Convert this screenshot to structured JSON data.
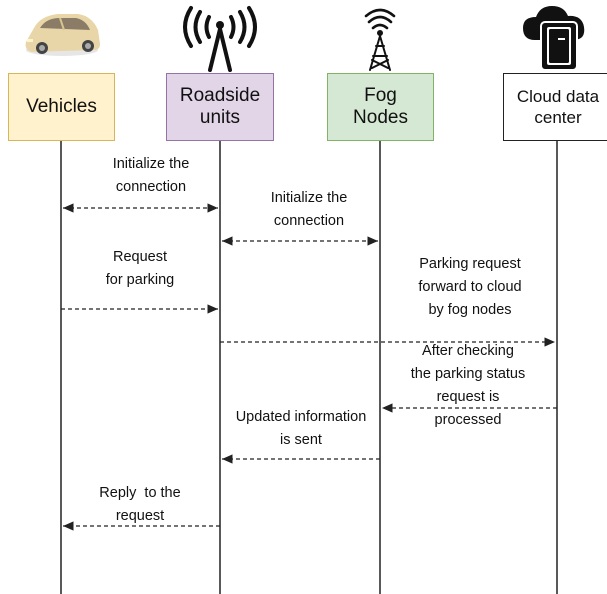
{
  "participants": {
    "vehicles": [
      "Vehicles"
    ],
    "roadside_units": [
      "Roadside",
      "units"
    ],
    "fog_nodes": [
      "Fog",
      "Nodes"
    ],
    "cloud": [
      "Cloud data",
      "center"
    ]
  },
  "icons": {
    "vehicle": "car-icon",
    "roadside_unit": "antenna-tower-icon",
    "fog_node": "radio-tower-icon",
    "cloud": "cloud-server-icon"
  },
  "messages": [
    {
      "lines": [
        "Initialize the",
        "connection"
      ],
      "from": "vehicles",
      "to": "roadside_units",
      "direction": "both"
    },
    {
      "lines": [
        "Initialize the",
        "connection"
      ],
      "from": "roadside_units",
      "to": "fog_nodes",
      "direction": "both"
    },
    {
      "lines": [
        "Request",
        "for parking"
      ],
      "from": "vehicles",
      "to": "roadside_units",
      "direction": "forward"
    },
    {
      "lines": [
        "Parking request",
        "forward to cloud",
        "by fog nodes"
      ],
      "from": "roadside_units",
      "to": "cloud",
      "direction": "forward"
    },
    {
      "lines": [
        "After checking",
        "the parking status",
        "request is",
        "processed"
      ],
      "from": "cloud",
      "to": "fog_nodes",
      "direction": "forward"
    },
    {
      "lines": [
        "Updated information",
        "is sent"
      ],
      "from": "fog_nodes",
      "to": "roadside_units",
      "direction": "forward"
    },
    {
      "lines": [
        "Reply  to the",
        "request"
      ],
      "from": "roadside_units",
      "to": "vehicles",
      "direction": "forward"
    }
  ],
  "colors": {
    "vehicles_fill": "#fff2cc",
    "vehicles_border": "#d6b656",
    "rsu_fill": "#e1d5e7",
    "rsu_border": "#9673a6",
    "fog_fill": "#d5e8d4",
    "fog_border": "#82b366",
    "cloud_fill": "#ffffff",
    "cloud_border": "#222222",
    "line": "#222222"
  }
}
